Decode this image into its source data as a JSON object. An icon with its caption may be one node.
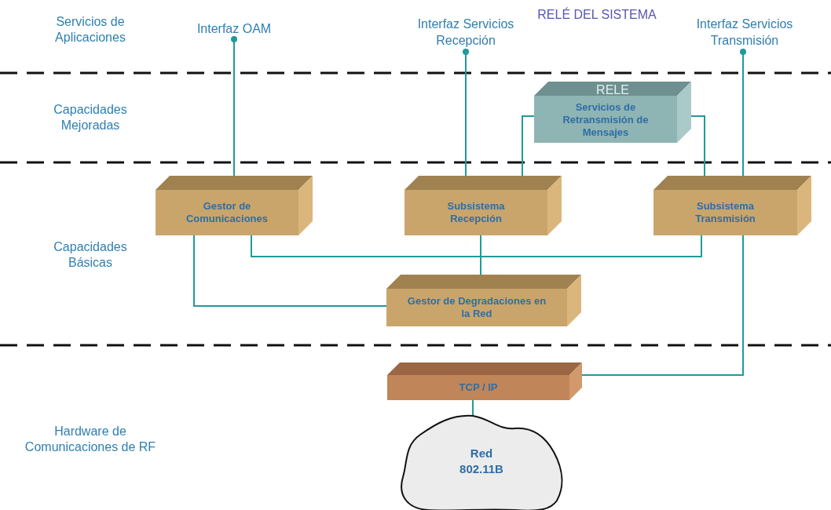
{
  "diagram": {
    "title": "RELÉ DEL SISTEMA",
    "nodes": [
      {
        "text": [
          "Interfaz OAM"
        ]
      },
      {
        "text": [
          "Interfaz Servicios Recepción"
        ]
      },
      {
        "text": [
          "Interfaz Servicios Transmisión"
        ]
      },
      {
        "text": [
          "RELE",
          "Servicios de Retransmisión de Mensajes"
        ]
      },
      {
        "text": [
          "Gestor de Comunicaciones"
        ]
      },
      {
        "text": [
          "Subsistema Recepción"
        ]
      },
      {
        "text": [
          "Subsistema Transmisión"
        ]
      },
      {
        "text": [
          "Gestor de Degradaciones en la Red"
        ]
      },
      {
        "text": [
          "TCP / IP"
        ]
      },
      {
        "text": [
          "Red 802.11B"
        ]
      }
    ],
    "edges": [
      {
        "from": 0,
        "to": 4,
        "arrow": "other"
      },
      {
        "from": 1,
        "to": 5,
        "arrow": "other"
      },
      {
        "from": 2,
        "to": 6,
        "arrow": "other"
      },
      {
        "from": 5,
        "to": 3,
        "arrow": "none"
      },
      {
        "from": 3,
        "to": 6,
        "arrow": "none"
      },
      {
        "from": 4,
        "to": 6,
        "arrow": "none"
      },
      {
        "from": 5,
        "to": 7,
        "arrow": "none"
      },
      {
        "from": 4,
        "to": 7,
        "arrow": "none"
      },
      {
        "from": 6,
        "to": 8,
        "arrow": "none"
      },
      {
        "from": 8,
        "to": 9,
        "arrow": "none"
      }
    ],
    "labels": [
      "Servicios de Aplicaciones",
      "Capacidades Mejoradas",
      "Capacidades Básicas",
      "Hardware de Comunicaciones de RF"
    ]
  }
}
